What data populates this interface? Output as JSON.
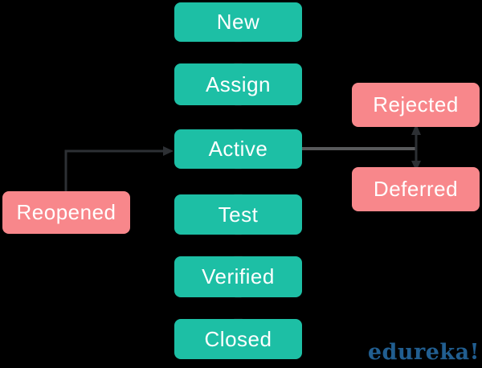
{
  "diagram": {
    "nodes": {
      "new": {
        "label": "New",
        "type": "primary"
      },
      "assign": {
        "label": "Assign",
        "type": "primary"
      },
      "active": {
        "label": "Active",
        "type": "primary"
      },
      "test": {
        "label": "Test",
        "type": "primary"
      },
      "verified": {
        "label": "Verified",
        "type": "primary"
      },
      "closed": {
        "label": "Closed",
        "type": "primary"
      },
      "rejected": {
        "label": "Rejected",
        "type": "secondary"
      },
      "deferred": {
        "label": "Deferred",
        "type": "secondary"
      },
      "reopened": {
        "label": "Reopened",
        "type": "secondary"
      }
    },
    "edges": [
      {
        "from": "new",
        "to": "assign",
        "style": "arrow-down"
      },
      {
        "from": "assign",
        "to": "active",
        "style": "arrow-down"
      },
      {
        "from": "active",
        "to": "test",
        "style": "arrow-down"
      },
      {
        "from": "test",
        "to": "verified",
        "style": "arrow-down"
      },
      {
        "from": "verified",
        "to": "closed",
        "style": "arrow-down"
      },
      {
        "from": "reopened",
        "to": "active",
        "style": "elbow-arrow-right"
      },
      {
        "from": "active",
        "to": "rejected-deferred-line",
        "style": "plain-line-right"
      },
      {
        "from": "rejected",
        "to": "deferred",
        "style": "double-headed-vertical"
      }
    ],
    "colors": {
      "background": "#000000",
      "primary_node": "#1dbfa5",
      "secondary_node": "#f8878b",
      "node_text": "#ffffff",
      "arrow_dark": "#2d3034",
      "line_gray": "#58595b",
      "logo_blue": "#215e90"
    }
  },
  "logo": {
    "text": "edureka!"
  }
}
